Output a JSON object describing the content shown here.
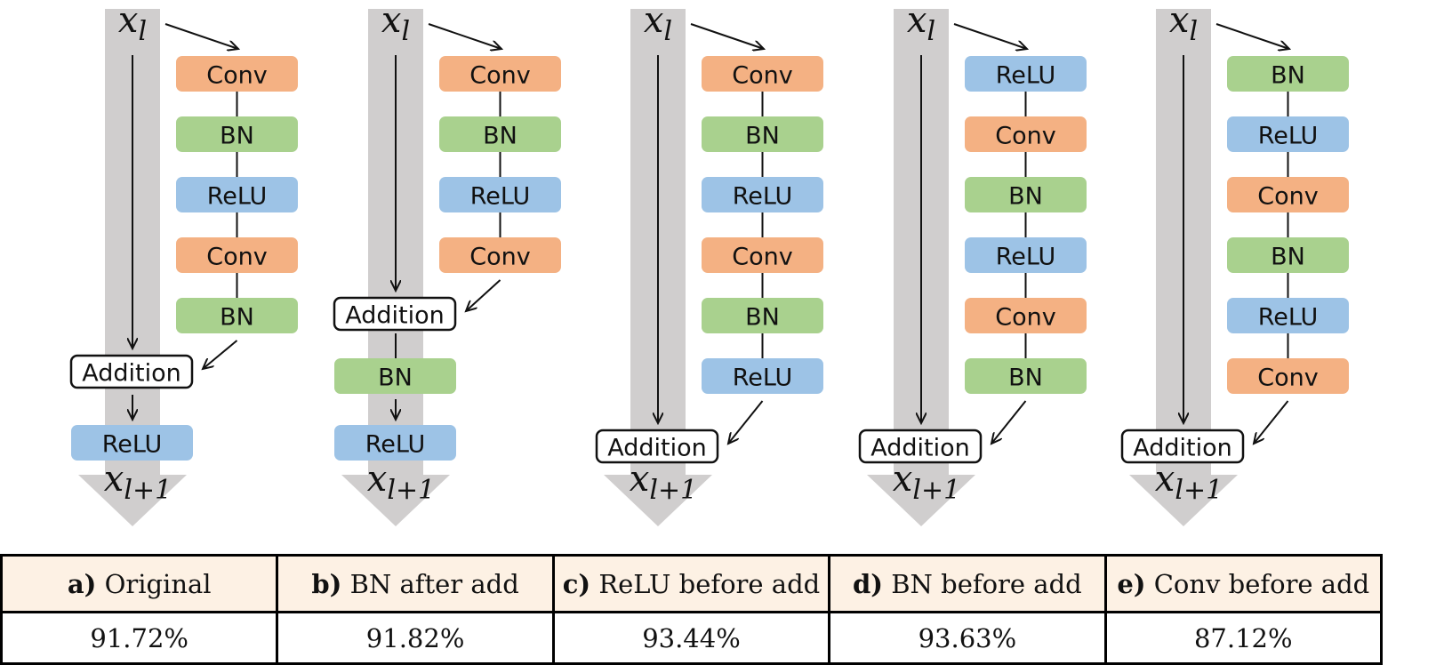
{
  "colors": {
    "conv": "#f4b183",
    "bn": "#a9d18e",
    "relu": "#9dc3e6",
    "shortcut": "#d0cece",
    "table_header": "#fdf1e4"
  },
  "symbols": {
    "input_base": "x",
    "input_sub": "l",
    "output_base": "x",
    "output_sub": "l+1"
  },
  "variants": [
    {
      "id": "a",
      "label": "a)",
      "name": "Original",
      "accuracy": "91.72%",
      "blocks": [
        "Conv",
        "BN",
        "ReLU",
        "Conv",
        "BN"
      ],
      "addition": "Addition",
      "post_blocks": [
        "ReLU"
      ]
    },
    {
      "id": "b",
      "label": "b)",
      "name": "BN after add",
      "accuracy": "91.82%",
      "blocks": [
        "Conv",
        "BN",
        "ReLU",
        "Conv"
      ],
      "addition": "Addition",
      "post_blocks": [
        "BN",
        "ReLU"
      ]
    },
    {
      "id": "c",
      "label": "c)",
      "name": "ReLU before add",
      "accuracy": "93.44%",
      "blocks": [
        "Conv",
        "BN",
        "ReLU",
        "Conv",
        "BN",
        "ReLU"
      ],
      "addition": "Addition",
      "post_blocks": []
    },
    {
      "id": "d",
      "label": "d)",
      "name": "BN before add",
      "accuracy": "93.63%",
      "blocks": [
        "ReLU",
        "Conv",
        "BN",
        "ReLU",
        "Conv",
        "BN"
      ],
      "addition": "Addition",
      "post_blocks": []
    },
    {
      "id": "e",
      "label": "e)",
      "name": "Conv before add",
      "accuracy": "87.12%",
      "blocks": [
        "BN",
        "ReLU",
        "Conv",
        "BN",
        "ReLU",
        "Conv"
      ],
      "addition": "Addition",
      "post_blocks": []
    }
  ]
}
